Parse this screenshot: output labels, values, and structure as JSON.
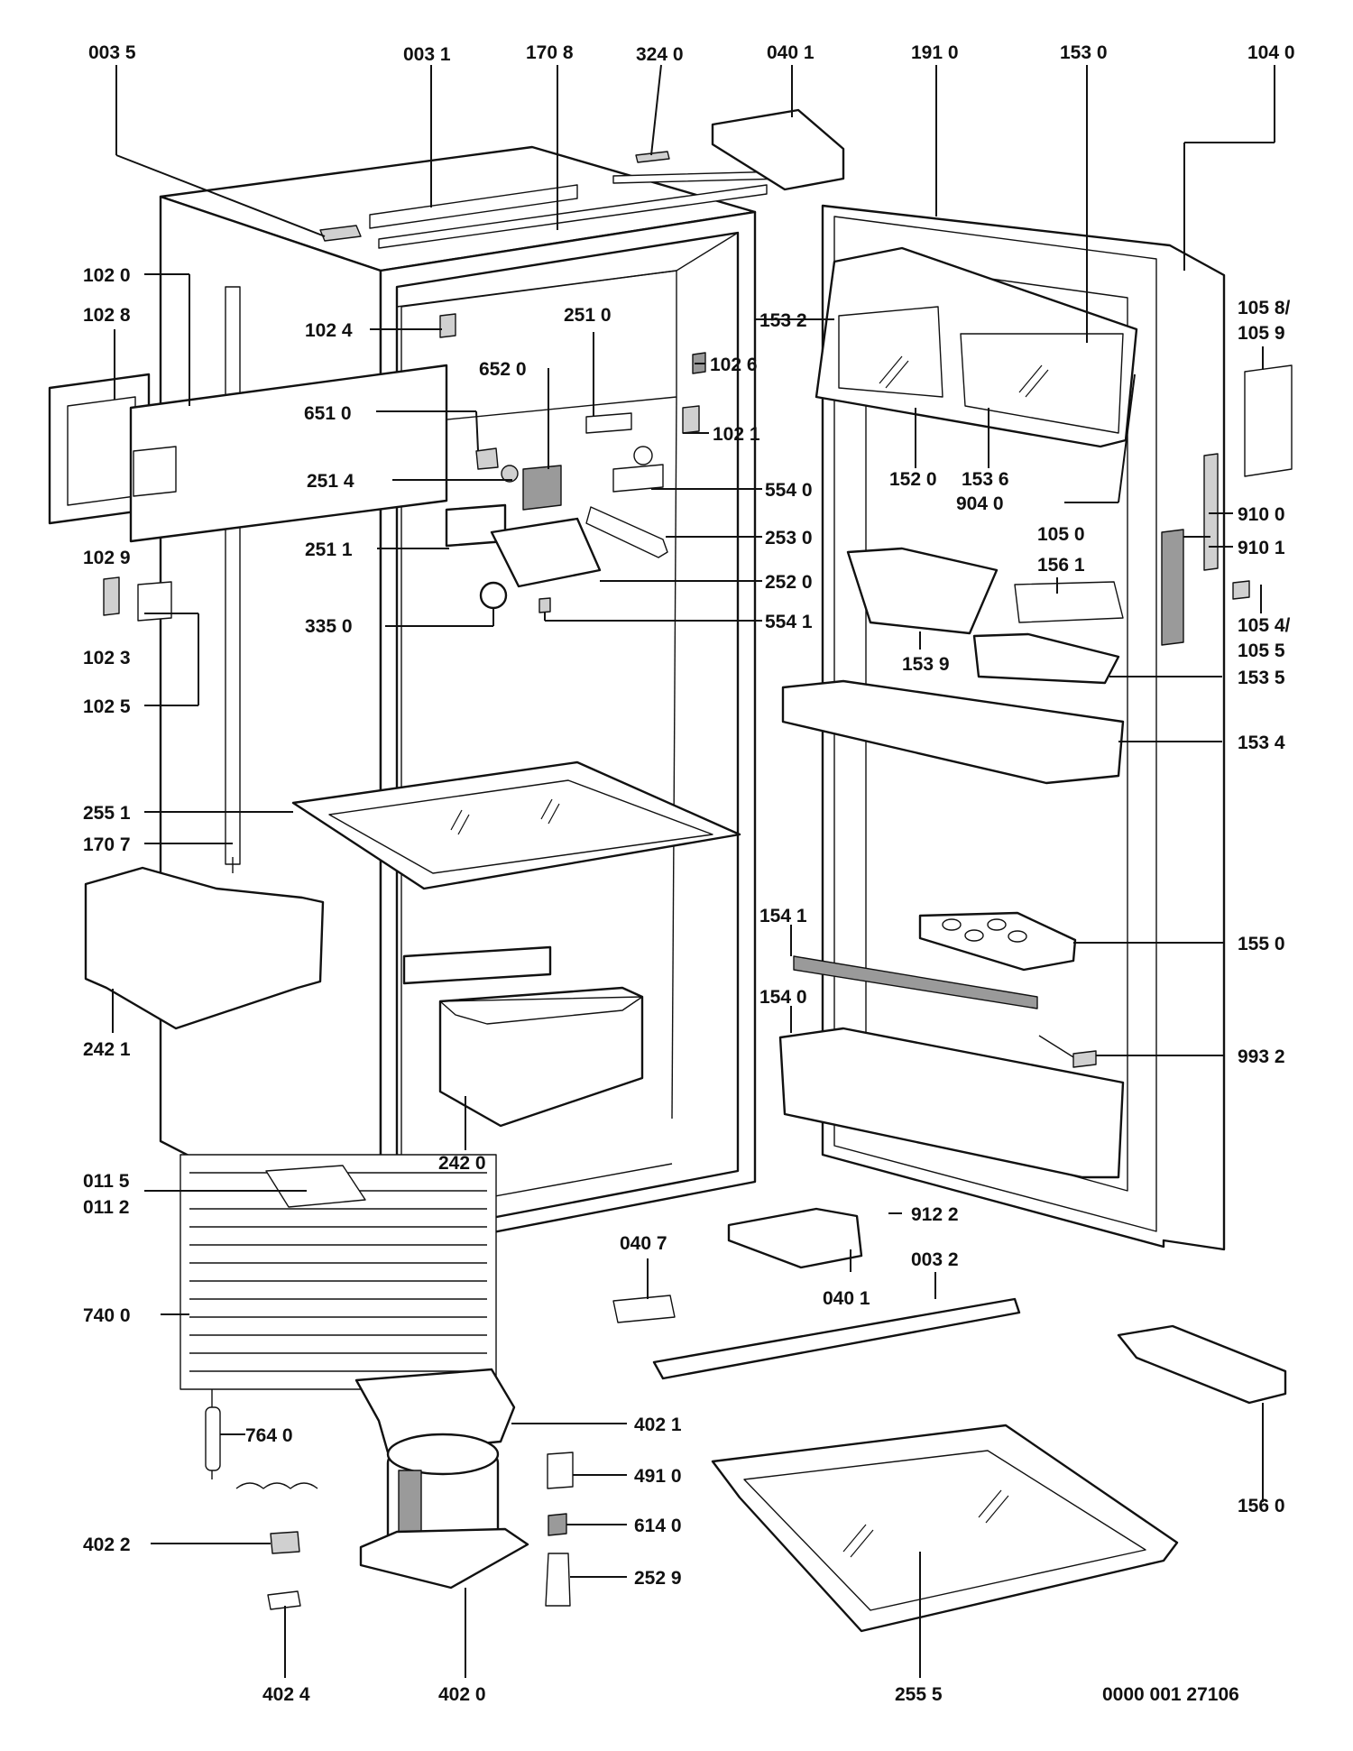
{
  "diagram": {
    "document_number": "0000 001 27106",
    "labels": [
      {
        "id": "l0035a",
        "text": "003 5"
      },
      {
        "id": "l0031",
        "text": "003 1"
      },
      {
        "id": "l1708",
        "text": "170 8"
      },
      {
        "id": "l3240",
        "text": "324 0"
      },
      {
        "id": "l0401a",
        "text": "040 1"
      },
      {
        "id": "l1910",
        "text": "191 0"
      },
      {
        "id": "l1530",
        "text": "153 0"
      },
      {
        "id": "l1040",
        "text": "104 0"
      },
      {
        "id": "l1020",
        "text": "102 0"
      },
      {
        "id": "l1028",
        "text": "102 8"
      },
      {
        "id": "l1024",
        "text": "102 4"
      },
      {
        "id": "l2510",
        "text": "251 0"
      },
      {
        "id": "l1532",
        "text": "153 2"
      },
      {
        "id": "l1058",
        "text": "105 8/"
      },
      {
        "id": "l1059",
        "text": "105 9"
      },
      {
        "id": "l6520",
        "text": "652 0"
      },
      {
        "id": "l1026",
        "text": "102 6"
      },
      {
        "id": "l6510",
        "text": "651 0"
      },
      {
        "id": "l1021",
        "text": "102 1"
      },
      {
        "id": "l2514",
        "text": "251 4"
      },
      {
        "id": "l1520",
        "text": "152 0"
      },
      {
        "id": "l1536",
        "text": "153 6"
      },
      {
        "id": "l5540",
        "text": "554 0"
      },
      {
        "id": "l9040",
        "text": "904 0"
      },
      {
        "id": "l9100",
        "text": "910 0"
      },
      {
        "id": "l1050",
        "text": "105 0"
      },
      {
        "id": "l2530",
        "text": "253 0"
      },
      {
        "id": "l9101",
        "text": "910 1"
      },
      {
        "id": "l2511",
        "text": "251 1"
      },
      {
        "id": "l1029",
        "text": "102 9"
      },
      {
        "id": "l1561",
        "text": "156 1"
      },
      {
        "id": "l2520",
        "text": "252 0"
      },
      {
        "id": "l3350",
        "text": "335 0"
      },
      {
        "id": "l5541",
        "text": "554 1"
      },
      {
        "id": "l1054",
        "text": "105 4/"
      },
      {
        "id": "l1055",
        "text": "105 5"
      },
      {
        "id": "l1023",
        "text": "102 3"
      },
      {
        "id": "l1539",
        "text": "153 9"
      },
      {
        "id": "l1535",
        "text": "153 5"
      },
      {
        "id": "l1025",
        "text": "102 5"
      },
      {
        "id": "l1534",
        "text": "153 4"
      },
      {
        "id": "l2551",
        "text": "255 1"
      },
      {
        "id": "l1707",
        "text": "170 7"
      },
      {
        "id": "l1541",
        "text": "154 1"
      },
      {
        "id": "l1550",
        "text": "155 0"
      },
      {
        "id": "l1540",
        "text": "154 0"
      },
      {
        "id": "l2421",
        "text": "242 1"
      },
      {
        "id": "l9932",
        "text": "993 2"
      },
      {
        "id": "l2420",
        "text": "242 0"
      },
      {
        "id": "l0115",
        "text": "011 5"
      },
      {
        "id": "l0112",
        "text": "011 2"
      },
      {
        "id": "l9122",
        "text": "912 2"
      },
      {
        "id": "l0407",
        "text": "040 7"
      },
      {
        "id": "l0032",
        "text": "003 2"
      },
      {
        "id": "l0401b",
        "text": "040 1"
      },
      {
        "id": "l7400",
        "text": "740 0"
      },
      {
        "id": "l7640",
        "text": "764 0"
      },
      {
        "id": "l4021",
        "text": "402 1"
      },
      {
        "id": "l4910",
        "text": "491 0"
      },
      {
        "id": "l1560",
        "text": "156 0"
      },
      {
        "id": "l6140",
        "text": "614 0"
      },
      {
        "id": "l4022",
        "text": "402 2"
      },
      {
        "id": "l2529",
        "text": "252 9"
      },
      {
        "id": "l4024",
        "text": "402 4"
      },
      {
        "id": "l4020",
        "text": "402 0"
      },
      {
        "id": "l2555",
        "text": "255 5"
      }
    ]
  }
}
